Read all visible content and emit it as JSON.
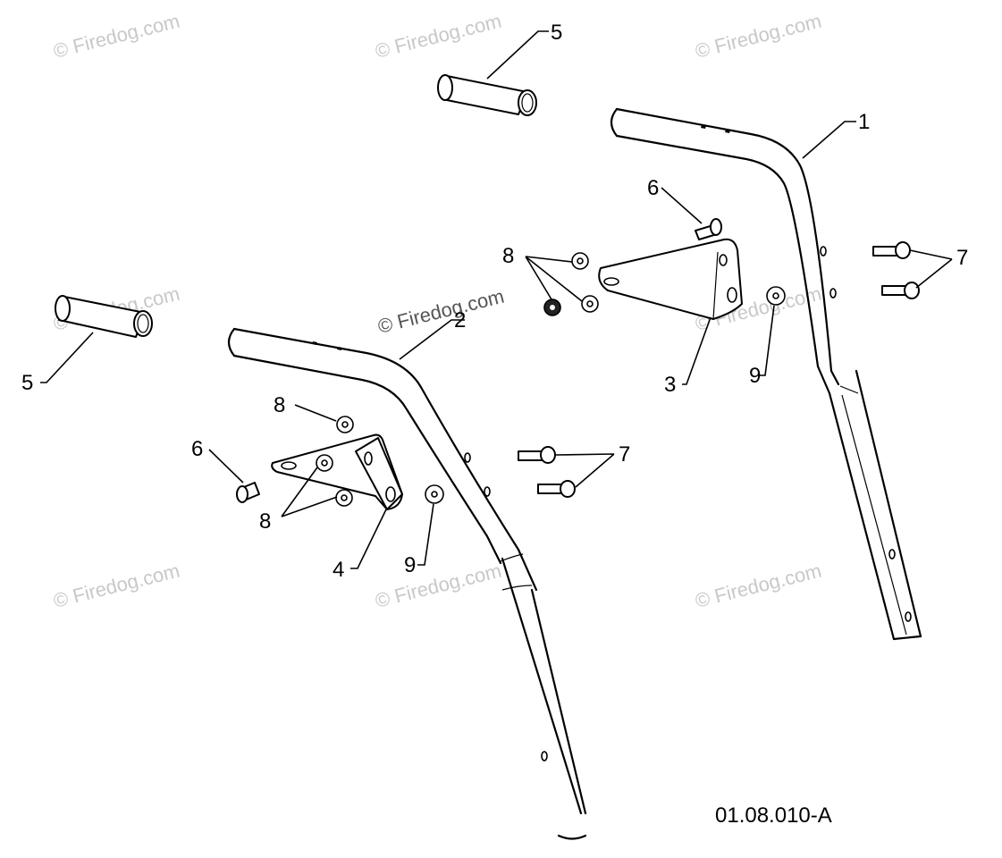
{
  "watermark": "© Firedog.com",
  "drawing_code": "01.08.010-A",
  "callouts": {
    "c1": "1",
    "c2": "2",
    "c3": "3",
    "c4": "4",
    "c5a": "5",
    "c5b": "5",
    "c6a": "6",
    "c6b": "6",
    "c7a": "7",
    "c7b": "7",
    "c8a": "8",
    "c8b": "8",
    "c8c": "8",
    "c9a": "9",
    "c9b": "9"
  }
}
